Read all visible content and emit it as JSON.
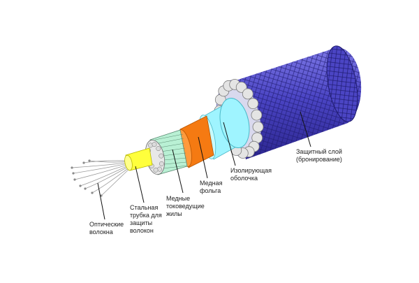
{
  "labels": {
    "fibers": "Оптические\nволокна",
    "steel_tube": "Стальная\nтрубка для\nзащиты\nволокон",
    "copper_wires": "Медные\nтоковедущие\nжилы",
    "copper_foil": "Медная\nфольга",
    "insulation": "Изолирующая\nоболочка",
    "armor": "Защитный слой\n(бронирование)"
  },
  "colors": {
    "armor": "#4b45c4",
    "armor_end": "#d9d9ee",
    "insulation": "#9ff4ff",
    "copper_foil": "#f57a12",
    "copper_wires": "#b9f0d4",
    "steel_tube": "#ffff3c",
    "fibers": "#9a9a9a"
  }
}
